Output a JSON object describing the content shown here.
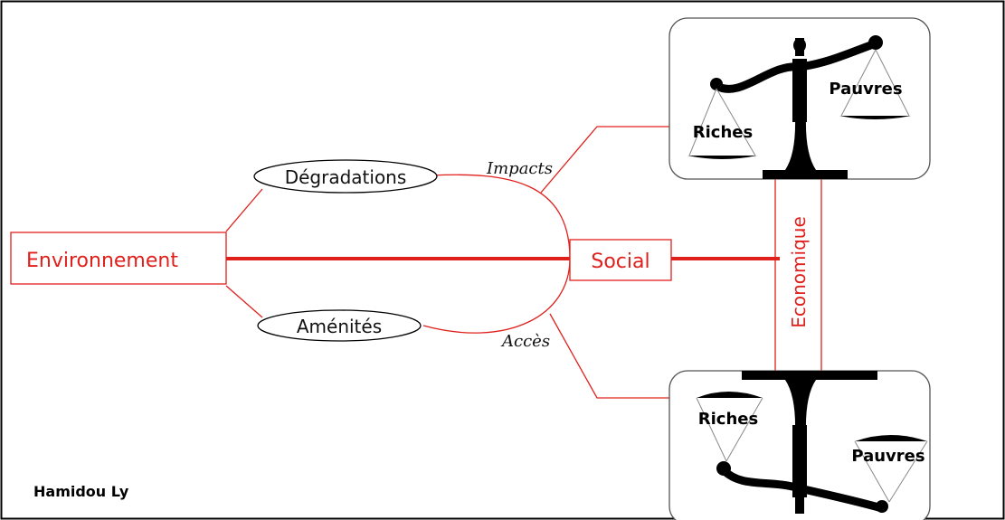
{
  "nodes": {
    "environment": "Environnement",
    "social": "Social",
    "degradations": "Dégradations",
    "amenites": "Aménités",
    "economique": "Economique"
  },
  "edges": {
    "impacts": "Impacts",
    "acces": "Accès"
  },
  "scale_top": {
    "left_pan": "Riches",
    "right_pan": "Pauvres"
  },
  "scale_bottom": {
    "left_pan": "Riches",
    "right_pan": "Pauvres"
  },
  "author": "Hamidou Ly",
  "colors": {
    "accent": "#e0201c",
    "ink": "#000000"
  }
}
